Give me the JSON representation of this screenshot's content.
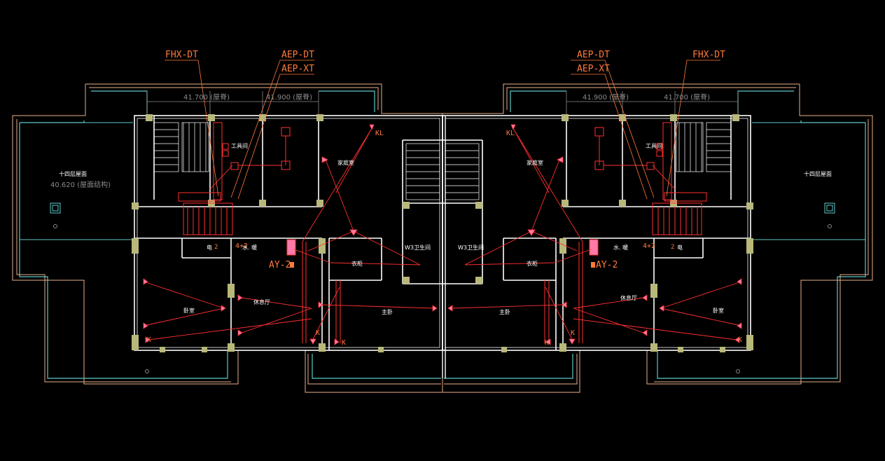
{
  "colors": {
    "background": "#000000",
    "outline_orange": "#e8b08a",
    "outline_cyan": "#5fc8c8",
    "wall": "#ffffff",
    "column": "#b8b87a",
    "wire_red": "#ff3030",
    "device_pink": "#ff7aa8",
    "leader_orange": "#ff7a3c",
    "dim_gray": "#8a8a8a",
    "green": "#00c000"
  },
  "labels": {
    "fhx_dt": "FHX-DT",
    "aep_dt": "AEP-DT",
    "aep_xt": "AEP-XT",
    "ay2": "AY-2",
    "kl": "KL",
    "k": "K",
    "f42": "4+2",
    "sq2": "2"
  },
  "elevations": {
    "left_a": "41.700 (屋脊)",
    "left_b": "41.900 (屋脊)",
    "right_a": "41.900 (屋脊)",
    "right_b": "41.700 (屋脊)",
    "roof_level": "40.620 (屋面结构)"
  },
  "rooms": {
    "roof": "十四层屋面",
    "tool": "工具间",
    "family": "家庭室",
    "wc": "W3卫生间",
    "closet": "衣柜",
    "master": "主卧",
    "bedroom": "卧室",
    "lounge": "休息厅",
    "water": "水. 暖",
    "elec": "电"
  }
}
